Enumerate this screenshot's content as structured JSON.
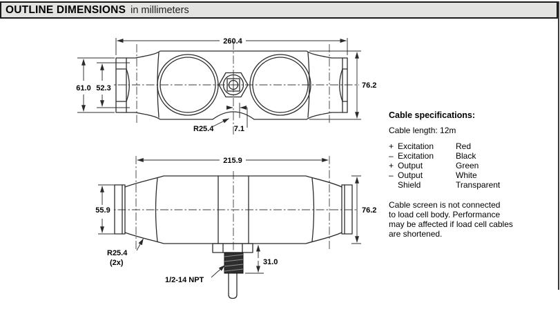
{
  "header": {
    "title": "OUTLINE DIMENSIONS",
    "subtitle": "in millimeters",
    "bar_color": "#e3e3e1"
  },
  "top_view": {
    "overall_length": "260.4",
    "end_width_outer": "61.0",
    "end_width_inner": "52.3",
    "body_width": "76.2",
    "fillet_radius": "R25.4",
    "center_offset": "7.1"
  },
  "side_view": {
    "mount_spacing": "215.9",
    "end_height": "55.9",
    "body_height": "76.2",
    "fillet_radius": "R25.4",
    "fillet_qty": "(2x)",
    "thread_length": "31.0",
    "thread_spec": "1/2-14 NPT"
  },
  "cable_specs": {
    "title": "Cable specifications:",
    "length": "Cable length: 12m",
    "wires": [
      {
        "sign": "+",
        "function": "Excitation",
        "color": "Red"
      },
      {
        "sign": "–",
        "function": "Excitation",
        "color": "Black"
      },
      {
        "sign": "+",
        "function": "Output",
        "color": "Green"
      },
      {
        "sign": "–",
        "function": "Output",
        "color": "White"
      },
      {
        "sign": "",
        "function": "Shield",
        "color": "Transparent"
      }
    ],
    "note_lines": [
      "Cable screen is not connected",
      "to load cell body. Performance",
      "may be affected if load cell cables",
      "are shortened."
    ]
  }
}
